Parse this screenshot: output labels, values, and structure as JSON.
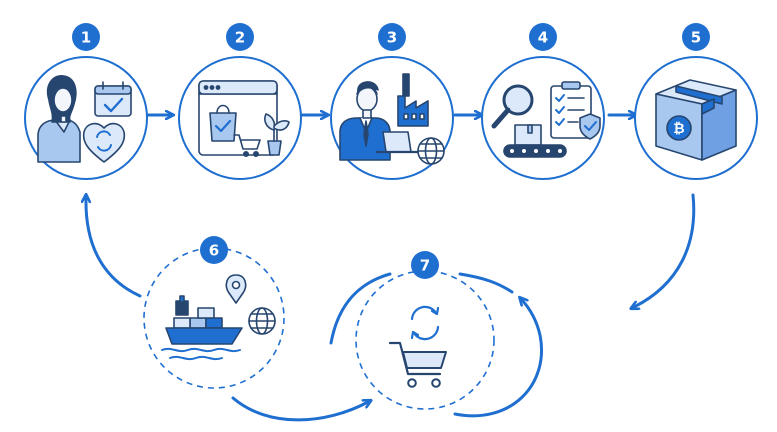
{
  "colors": {
    "primary": "#1f6fd1",
    "outline": "#27466f",
    "fill_light": "#dce9fb",
    "fill_mid": "#a9c8f0",
    "background": "#ffffff"
  },
  "steps": [
    {
      "number": "1",
      "icon": "customer-subscription-icon"
    },
    {
      "number": "2",
      "icon": "online-store-icon"
    },
    {
      "number": "3",
      "icon": "manufacturer-office-icon"
    },
    {
      "number": "4",
      "icon": "quality-inspection-icon"
    },
    {
      "number": "5",
      "icon": "crypto-package-icon"
    },
    {
      "number": "6",
      "icon": "global-shipping-icon"
    },
    {
      "number": "7",
      "icon": "recurring-cart-icon"
    }
  ]
}
